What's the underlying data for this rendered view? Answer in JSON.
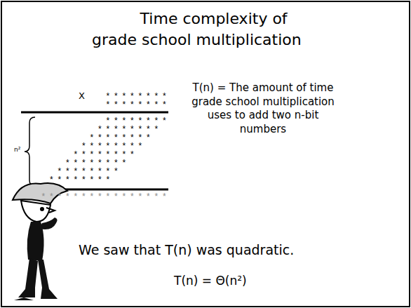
{
  "diagram": {
    "title": "Time complexity of grade school multiplication",
    "labels": [
      "X",
      "********",
      "********",
      "********",
      "********",
      "********",
      "********",
      "********",
      "********",
      "********",
      "********",
      "****************",
      "n²",
      "T(n) = The amount of time grade school multiplication uses to add two n-bit numbers",
      "We saw that T(n) was quadratic.",
      "T(n) = Θ(n²)"
    ]
  }
}
